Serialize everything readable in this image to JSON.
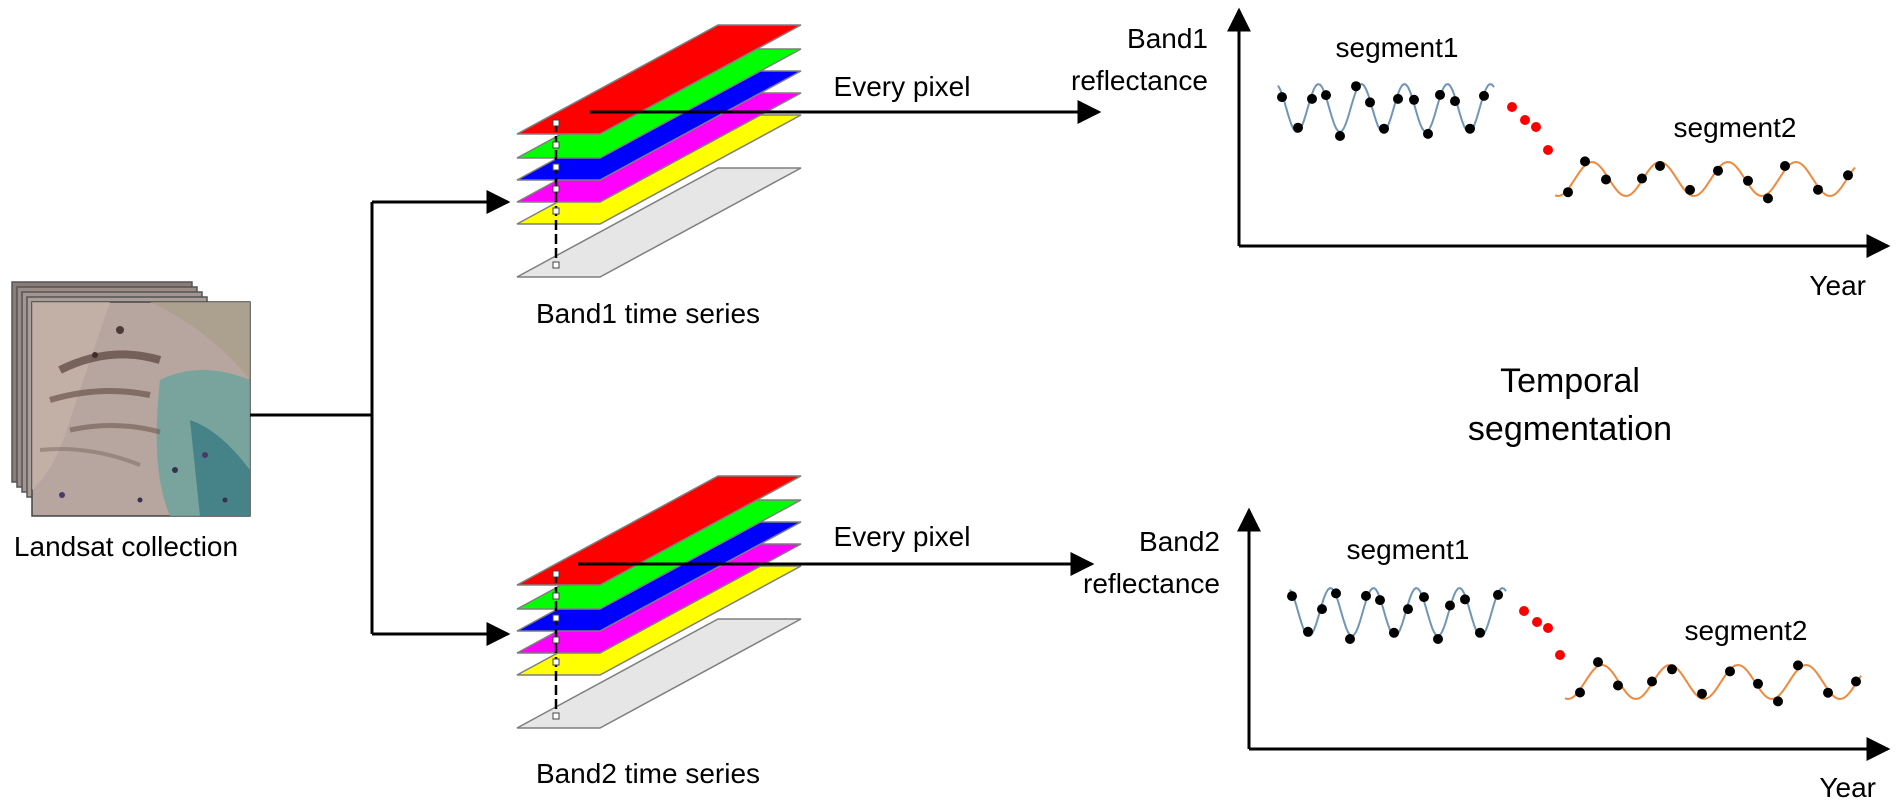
{
  "source": {
    "label": "Landsat collection"
  },
  "stacks": [
    {
      "label": "Band1 time series",
      "arrow_label": "Every pixel"
    },
    {
      "label": "Band2 time series",
      "arrow_label": "Every pixel"
    }
  ],
  "plots": [
    {
      "ylabel_line1": "Band1",
      "ylabel_line2": "reflectance",
      "xlabel": "Year",
      "segment1_label": "segment1",
      "segment2_label": "segment2"
    },
    {
      "ylabel_line1": "Band2",
      "ylabel_line2": "reflectance",
      "xlabel": "Year",
      "segment1_label": "segment1",
      "segment2_label": "segment2"
    }
  ],
  "center_label": {
    "line1": "Temporal",
    "line2": "segmentation"
  },
  "colors": {
    "layer_colors": [
      "#ffff00",
      "#ff00ff",
      "#0000ff",
      "#00ff00",
      "#ff0000"
    ],
    "base_layer": "#e6e6e6",
    "segment1_curve": "#6f95b8",
    "segment2_curve": "#ed8a3e",
    "break_points": "#ff0000",
    "points": "#000000"
  }
}
